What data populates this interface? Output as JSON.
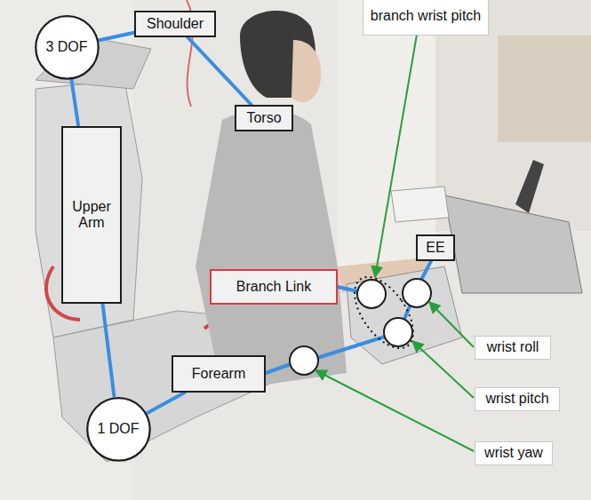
{
  "diagram": {
    "nodes": [
      {
        "text": [
          "branch wrist pitch"
        ]
      },
      {
        "text": [
          "3 DOF"
        ]
      },
      {
        "text": [
          "Shoulder"
        ]
      },
      {
        "text": [
          "Torso"
        ]
      },
      {
        "text": [
          "Upper Arm"
        ]
      },
      {
        "text": [
          "EE"
        ]
      },
      {
        "text": [
          "Branch Link"
        ]
      },
      {
        "text": [
          "wrist roll"
        ]
      },
      {
        "text": [
          "Forearm"
        ]
      },
      {
        "text": [
          "wrist pitch"
        ]
      },
      {
        "text": [
          "1 DOF"
        ]
      },
      {
        "text": [
          "wrist yaw"
        ]
      }
    ],
    "edges": [
      {
        "from": 1,
        "to": 2,
        "arrow": "none"
      },
      {
        "from": 2,
        "to": 3,
        "arrow": "none"
      },
      {
        "from": 1,
        "to": 4,
        "arrow": "none"
      },
      {
        "from": 4,
        "to": 10,
        "arrow": "none"
      },
      {
        "from": 10,
        "to": 8,
        "arrow": "none"
      }
    ]
  }
}
